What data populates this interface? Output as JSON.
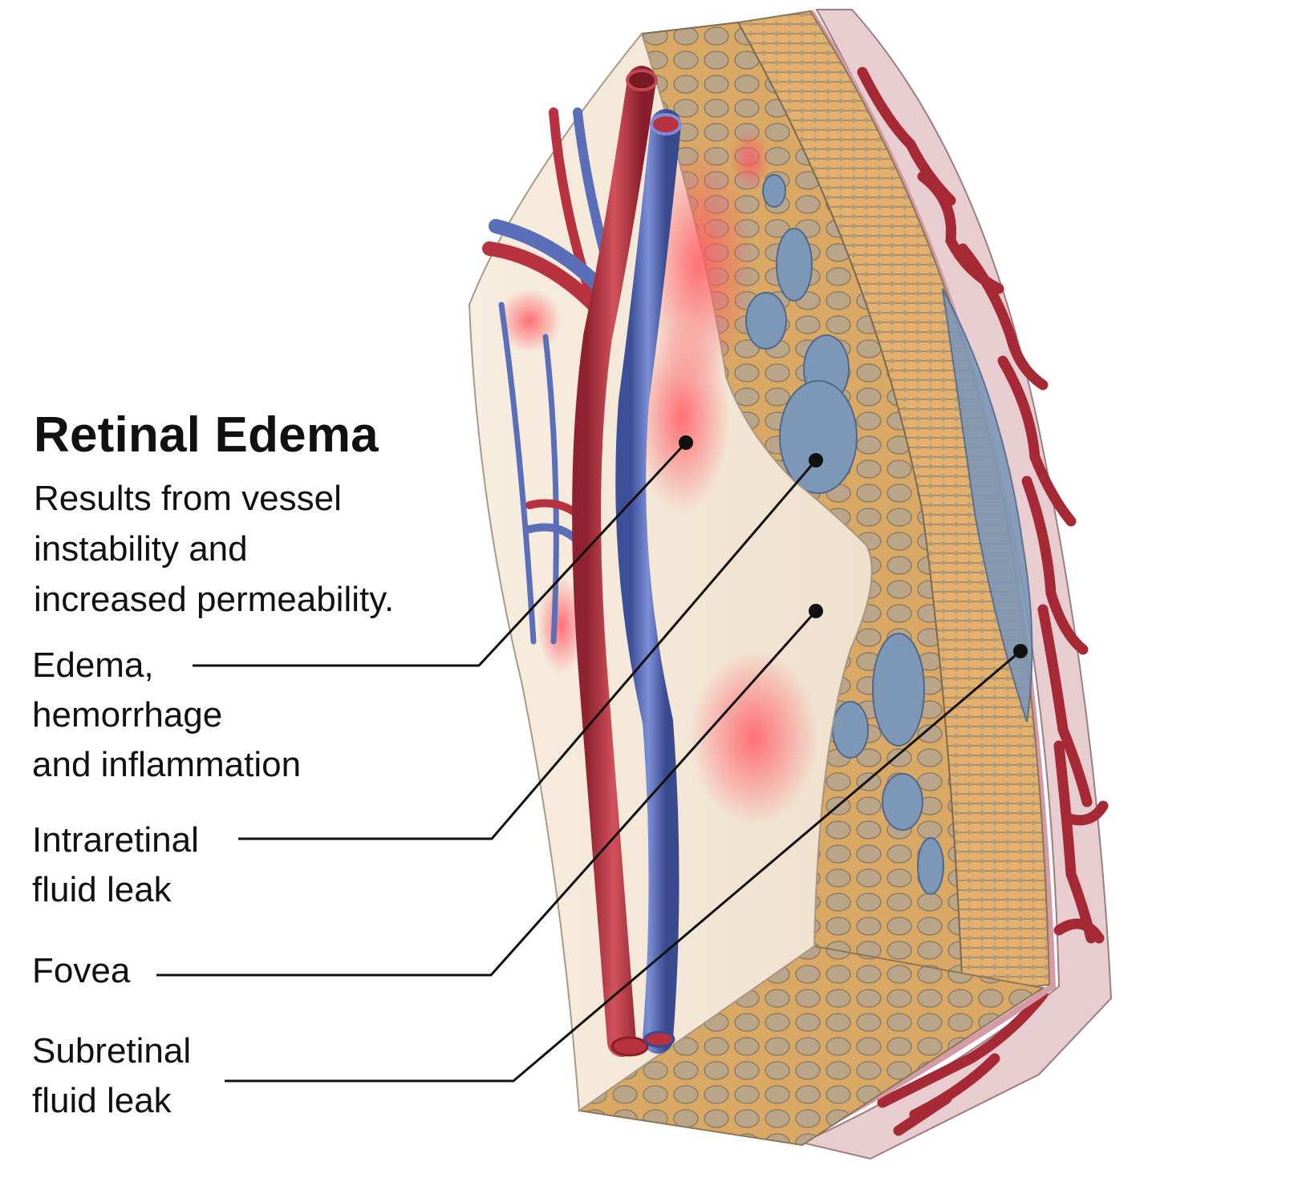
{
  "title": "Retinal Edema",
  "subtitle": {
    "line1": "Results from vessel",
    "line2": "instability and",
    "line3": "increased permeability."
  },
  "labels": [
    {
      "id": "edema",
      "lines": [
        "Edema,",
        "hemorrhage",
        "and inflammation"
      ]
    },
    {
      "id": "intraretinal",
      "lines": [
        "Intraretinal",
        "fluid leak"
      ]
    },
    {
      "id": "fovea",
      "lines": [
        "Fovea"
      ]
    },
    {
      "id": "subretinal",
      "lines": [
        "Subretinal",
        "fluid leak"
      ]
    }
  ],
  "colors": {
    "artery": "#b8333f",
    "vein": "#5b6fb8",
    "tissue_tan": "#d9a96a",
    "tissue_cream": "#f6ead9",
    "fluid": "#7d97b6",
    "choroid": "#a52a36",
    "leader": "#111111"
  }
}
